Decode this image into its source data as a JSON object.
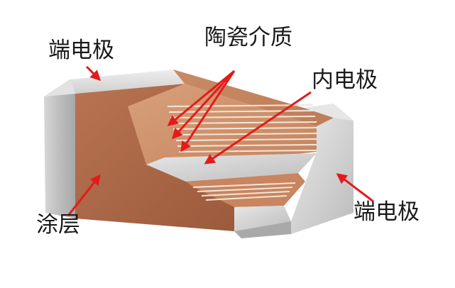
{
  "labels": {
    "terminal_top_left": "端电极",
    "ceramic_dielectric": "陶瓷介质",
    "inner_electrode": "内电极",
    "terminal_bottom_right": "端电极",
    "coating": "涂层"
  },
  "colors": {
    "ceramic_body": "#c07f5a",
    "ceramic_side": "#a96444",
    "ceramic_top": "#c98a64",
    "terminal_silver": "#c9c9c9",
    "electrode_lines": "#f3e6da",
    "arrow": "#e31b1b"
  }
}
